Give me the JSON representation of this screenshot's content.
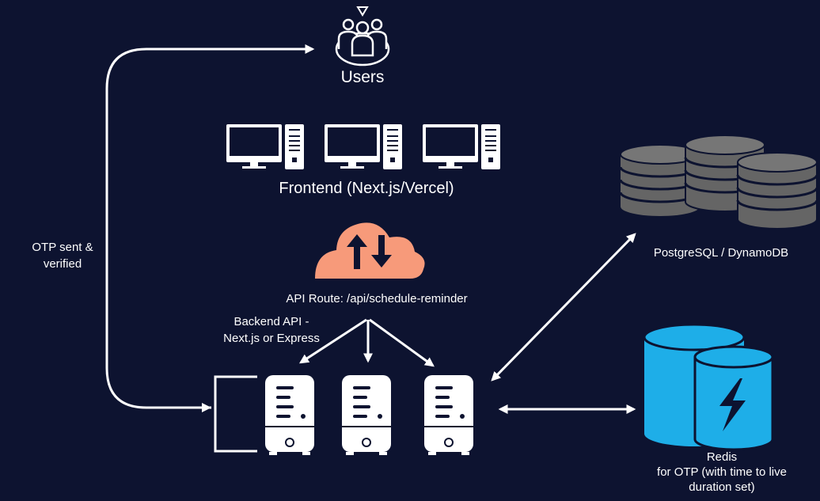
{
  "colors": {
    "background": "#0d1330",
    "foreground": "#ffffff",
    "cloud": "#f79a7a",
    "database": "#656565",
    "redis": "#1eaee8"
  },
  "nodes": {
    "users": {
      "label": "Users",
      "icon": "users-group-icon"
    },
    "frontend": {
      "label": "Frontend  (Next.js/Vercel)",
      "icon": "desktop-computer-icon"
    },
    "api": {
      "label": "API Route: /api/schedule-reminder",
      "icon": "cloud-upload-download-icon"
    },
    "backend": {
      "line1": "Backend API -",
      "line2": "Next.js or Express",
      "icon": "server-icon"
    },
    "database": {
      "label": "PostgreSQL / DynamoDB",
      "icon": "database-stack-icon"
    },
    "redis": {
      "line1": "Redis",
      "line2": "for OTP (with time to live",
      "line3": "duration set)",
      "icon": "redis-lightning-icon"
    }
  },
  "edges": {
    "otp": {
      "line1": "OTP sent &",
      "line2": "verified"
    }
  }
}
